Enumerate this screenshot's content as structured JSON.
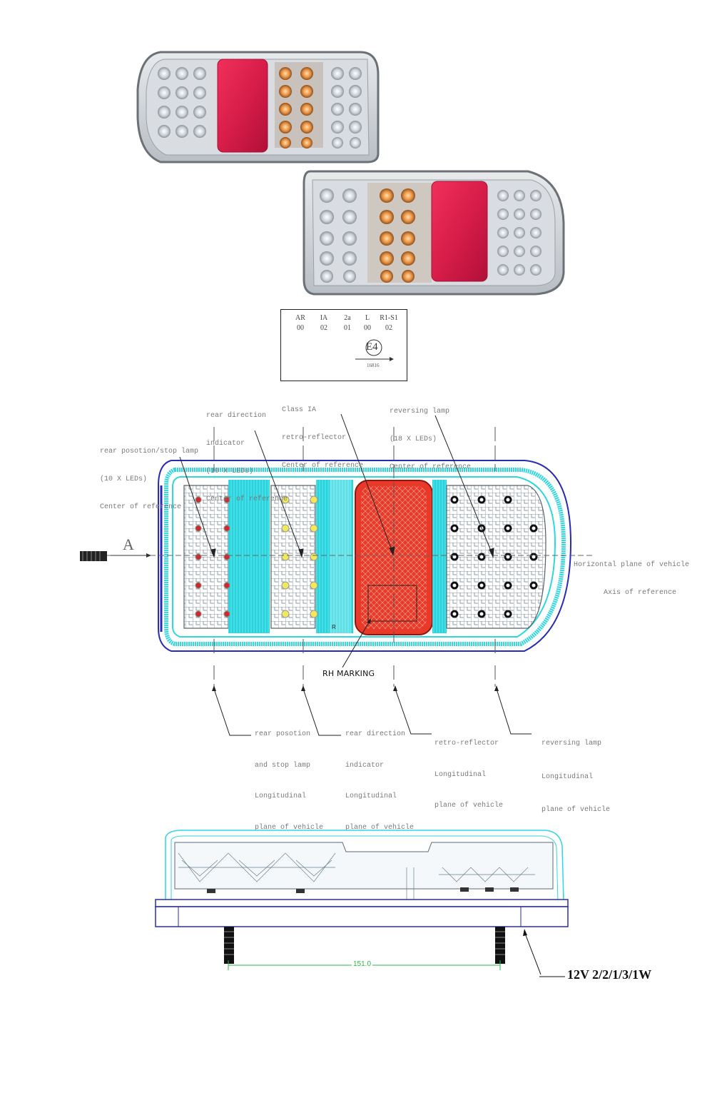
{
  "approval": {
    "headers": [
      "AR",
      "IA",
      "2a",
      "L",
      "R1-S1"
    ],
    "values": [
      "00",
      "02",
      "01",
      "00",
      "02"
    ],
    "mark": "E4",
    "number": "16816"
  },
  "callouts_top": {
    "stop": [
      "rear posotion/stop lamp",
      "(10 X LEDs)",
      "Center of reference"
    ],
    "indicator": [
      "rear direction",
      "indicator",
      "(10 X LEDs)",
      "Center of reference"
    ],
    "reflector": [
      "Class IA",
      "retro-reflector",
      "Center of reference"
    ],
    "reversing": [
      "reversing lamp",
      "(18 X LEDs)",
      "Center of reference"
    ]
  },
  "view_letter": "A",
  "axis_label": [
    "Horizontal plane of vehicle",
    "Axis of reference"
  ],
  "rh_marking": "RH MARKING",
  "small_r": "R",
  "callouts_bottom": {
    "stop": [
      "rear posotion",
      "and stop lamp",
      "Longitudinal",
      "plane of vehicle"
    ],
    "indicator": [
      "rear direction",
      "indicator",
      "Longitudinal",
      "plane of vehicle"
    ],
    "reflector": [
      "retro-reflector",
      "Longitudinal",
      "plane of vehicle"
    ],
    "reversing": [
      "reversing lamp",
      "Longitudinal",
      "plane of vehicle"
    ]
  },
  "dimension": "151.0",
  "power_rating": "12V 2/2/1/3/1W",
  "colors": {
    "lens_outline": "#2a2ab8",
    "cyan": "#2fd7e0",
    "reflector_red": "#e8392a",
    "amber": "#f0a035",
    "grid": "#607080",
    "label_gray": "#7a7a7a"
  }
}
